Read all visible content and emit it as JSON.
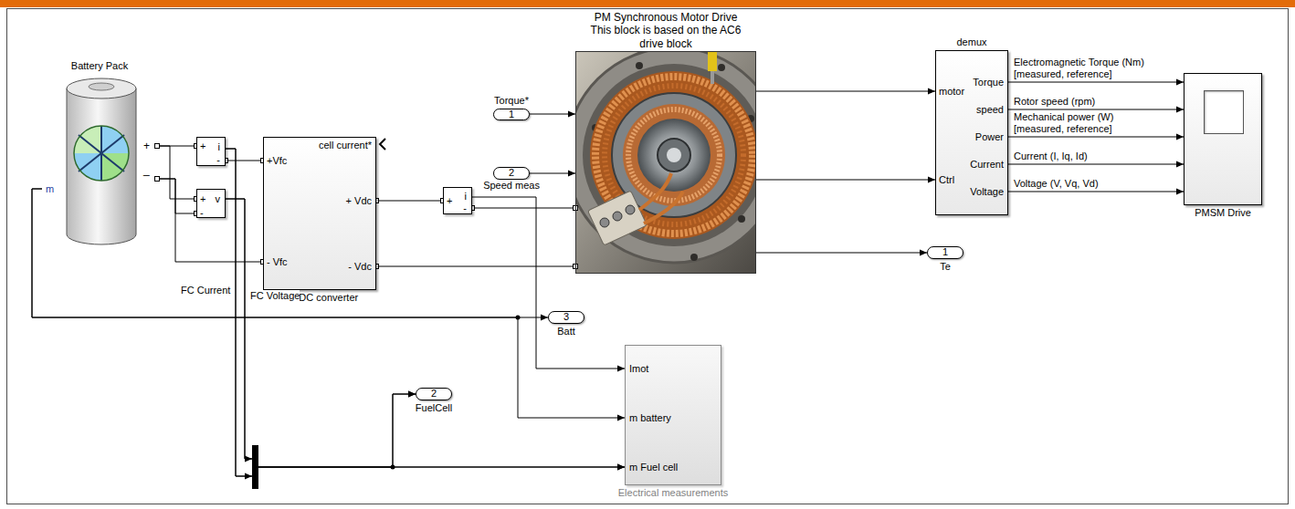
{
  "diagram": {
    "nodes": [
      {
        "text": [
          "Battery Pack",
          "m",
          "+",
          "_"
        ]
      },
      {
        "text": [
          "+",
          "i",
          "-"
        ]
      },
      {
        "text": [
          "+",
          "v",
          "-"
        ]
      },
      {
        "text": [
          "cell current*",
          "+Vfc",
          "+ Vdc",
          "- Vfc",
          "- Vdc",
          "DC-DC converter"
        ]
      },
      {
        "text": [
          "+",
          "i",
          "-"
        ]
      },
      {
        "text": [
          "Torque*",
          "1"
        ]
      },
      {
        "text": [
          "2",
          "Speed meas"
        ]
      },
      {
        "text": [
          "PM Synchronous Motor Drive This block is based on the AC6 drive block"
        ]
      },
      {
        "text": [
          "demux",
          "motor",
          "Ctrl",
          "Torque",
          "speed",
          "Power",
          "Current",
          "Voltage"
        ]
      },
      {
        "text": [
          "PMSM Drive"
        ]
      },
      {
        "text": [
          "1",
          "Te"
        ]
      },
      {
        "text": [
          "3",
          "Batt"
        ]
      },
      {
        "text": [
          "2",
          "FuelCell"
        ]
      },
      {
        "text": [
          "Imot",
          "m battery",
          "m Fuel cell",
          "Electrical measurements"
        ]
      }
    ],
    "edges": [
      {
        "from": 0,
        "to": 1,
        "arrow": "none"
      },
      {
        "from": 0,
        "to": 2,
        "arrow": "none"
      },
      {
        "from": 0,
        "to": 2,
        "arrow": "none"
      },
      {
        "from": 0,
        "to": 3,
        "arrow": "none"
      },
      {
        "from": 1,
        "to": 3,
        "arrow": "none"
      },
      {
        "from": 3,
        "to": 4,
        "arrow": "none"
      },
      {
        "from": 4,
        "to": 7,
        "arrow": "none"
      },
      {
        "from": 3,
        "to": 7,
        "arrow": "none"
      },
      {
        "from": 5,
        "to": 7,
        "arrow": "to"
      },
      {
        "from": 6,
        "to": 7,
        "arrow": "to"
      },
      {
        "from": 7,
        "to": 8,
        "arrow": "to"
      },
      {
        "from": 7,
        "to": 8,
        "arrow": "to"
      },
      {
        "from": 7,
        "to": 10,
        "arrow": "to"
      },
      {
        "from": 0,
        "to": 11,
        "arrow": "to"
      },
      {
        "from": 0,
        "to": 13,
        "arrow": "to"
      },
      {
        "from": 4,
        "to": 13,
        "arrow": "to"
      },
      {
        "from": 1,
        "to": 12,
        "arrow": "to"
      },
      {
        "from": 1,
        "to": 13,
        "arrow": "to"
      },
      {
        "from": 2,
        "to": 12,
        "arrow": "to"
      },
      {
        "from": 2,
        "to": 13,
        "arrow": "to"
      },
      {
        "from": 8,
        "to": 9,
        "arrow": "to",
        "label": "Electromagnetic Torque (Nm) [measured, reference]"
      },
      {
        "from": 8,
        "to": 9,
        "arrow": "to",
        "label": "Rotor speed (rpm)"
      },
      {
        "from": 8,
        "to": 9,
        "arrow": "to",
        "label": "Mechanical power (W) [measured, reference]"
      },
      {
        "from": 8,
        "to": 9,
        "arrow": "to",
        "label": "Current (I, Iq, Id)"
      },
      {
        "from": 8,
        "to": 9,
        "arrow": "to",
        "label": "Voltage (V, Vq, Vd)"
      }
    ],
    "labels": [
      "FC Current",
      "FC Voltage"
    ]
  }
}
